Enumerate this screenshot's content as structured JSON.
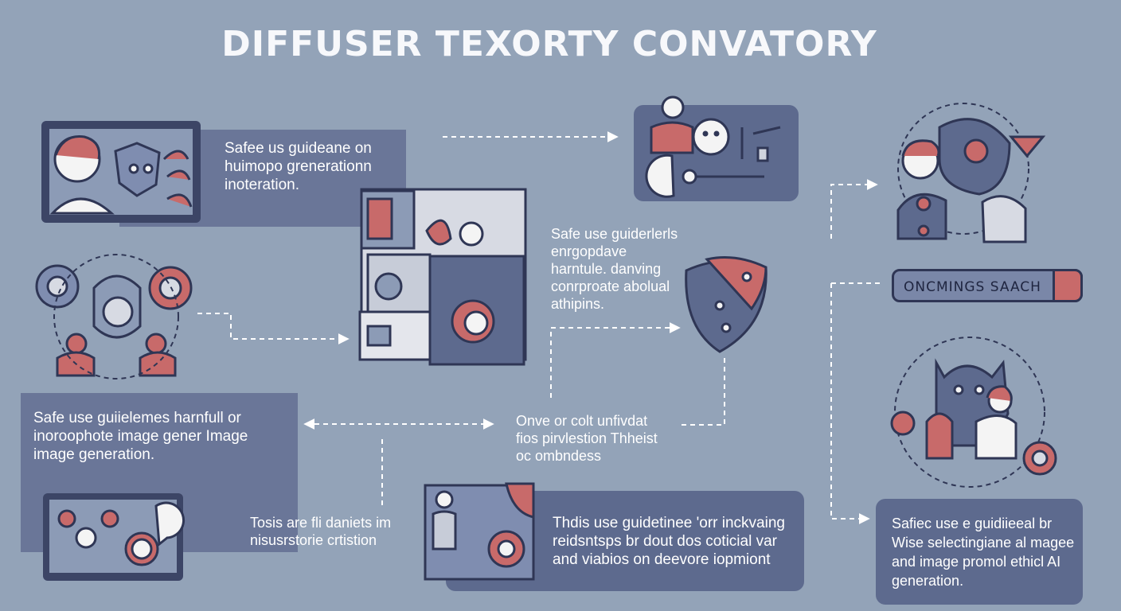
{
  "title": "DIFFUSER TEXORTY CONVATORY",
  "blocks": {
    "top_left": [
      "Safee us guideane on",
      "huimopo grenerationn",
      "inoteration."
    ],
    "center_right": [
      "Safe use guiderlerls",
      "enrgopdave",
      "harntule. danving",
      "conrproate abolual",
      "athipins."
    ],
    "left_mid": [
      "Safe use guiielemes harnfull or",
      "inoroophote image gener Image",
      "image generation."
    ],
    "center_mid": [
      "Onve or colt unfivdat",
      "fios pirvlestion Thheist",
      "oc ombndess"
    ],
    "bottom_left": [
      "Tosis are fli daniets im",
      "nisusrstorie crtistion"
    ],
    "bottom_center": [
      "Thdis use guidetinee 'orr inckvaing",
      "reidsntsps br dout dos coticial var",
      "and viabios on deevore iopmiont"
    ],
    "bottom_right": [
      "Safiec use e guidiieeal br",
      "Wise selectingiane al magee",
      "and image promol ethicl AI",
      "generation."
    ]
  },
  "search_pill": {
    "label": "ONCMINGS SAACH"
  },
  "colors": {
    "background": "#93a3b8",
    "panel": "#6a7698",
    "accent_red": "#c86a6a",
    "outline": "#2f3655"
  }
}
